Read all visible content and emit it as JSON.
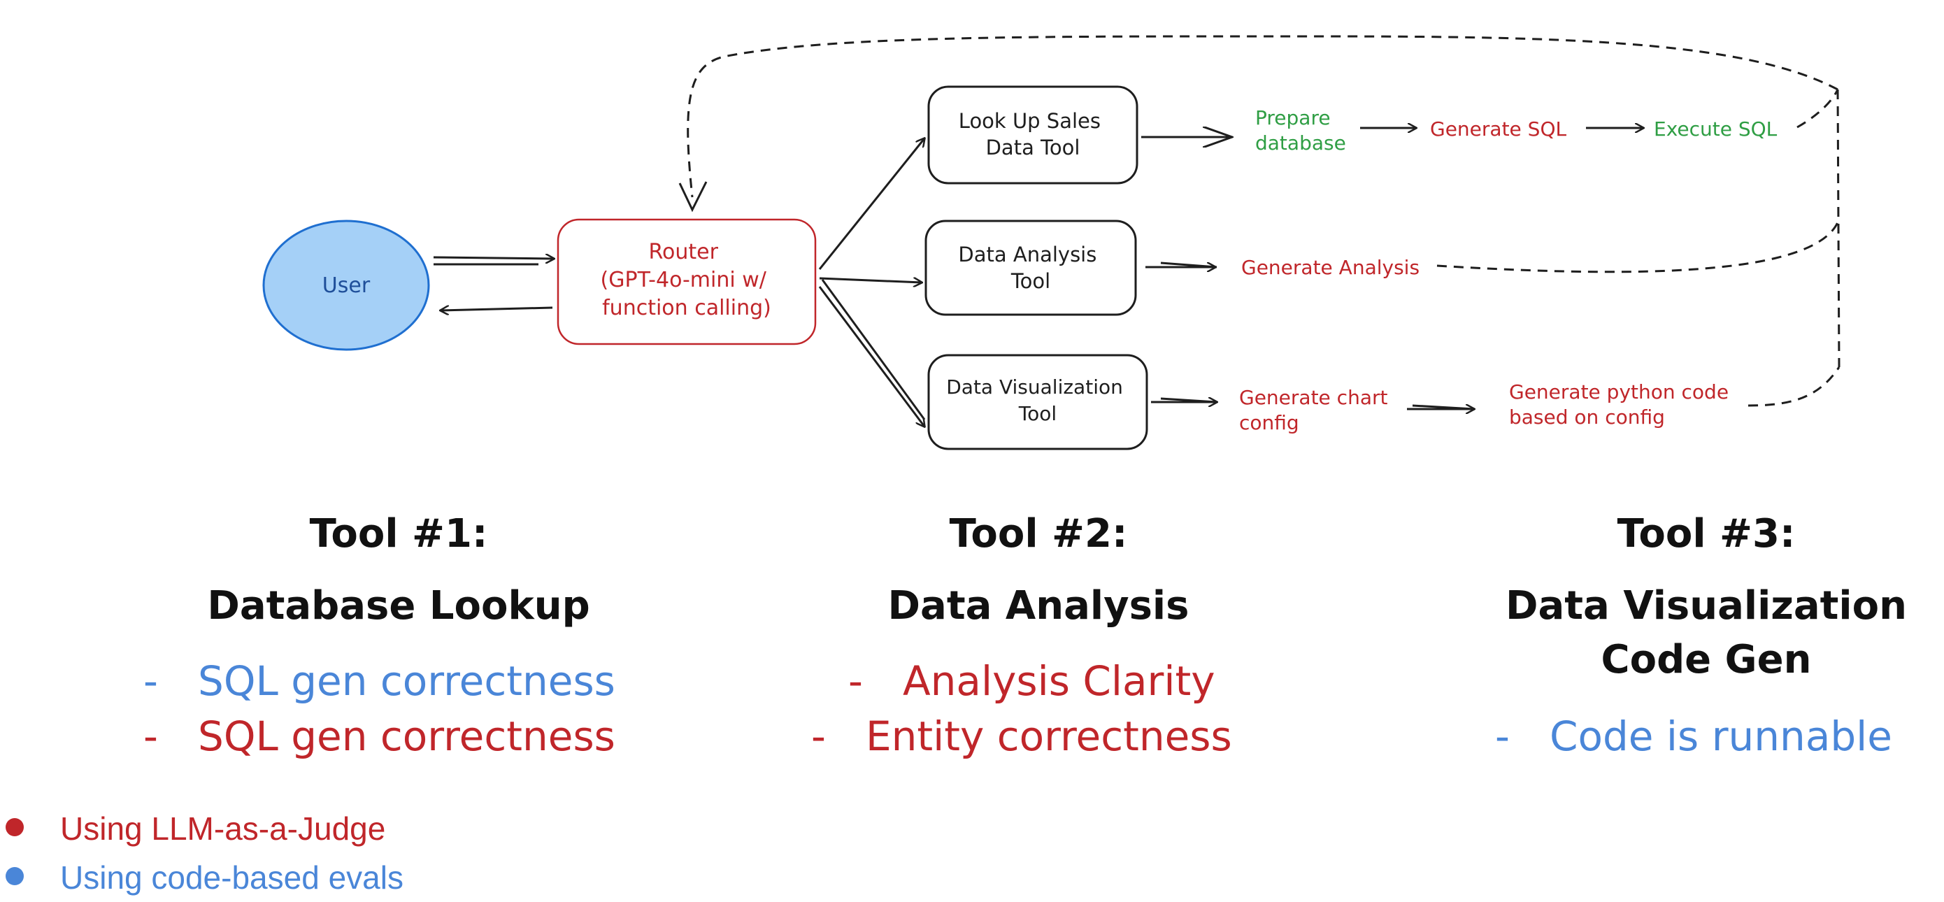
{
  "colors": {
    "red": "#c0262a",
    "green": "#2f9e44",
    "blue": "#4a86d8",
    "black": "#1e1e1e",
    "user_fill": "#a5d0f7",
    "user_stroke": "#1f6fd0"
  },
  "diagram": {
    "user": "User",
    "router": [
      "Router",
      "(GPT-4o-mini w/",
      "function calling)"
    ],
    "tool_lookup": [
      "Look Up Sales",
      "Data Tool"
    ],
    "tool_analysis": [
      "Data Analysis",
      "Tool"
    ],
    "tool_viz": [
      "Data Visualization",
      "Tool"
    ],
    "prepare_database": [
      "Prepare",
      "database"
    ],
    "generate_sql": "Generate SQL",
    "execute_sql": "Execute SQL",
    "generate_analysis": "Generate Analysis",
    "generate_chart_config": [
      "Generate chart",
      "config"
    ],
    "generate_python_code": [
      "Generate python code",
      "based on config"
    ]
  },
  "tools": [
    {
      "heading": "Tool #1:",
      "name": "Database Lookup",
      "metrics": [
        {
          "text": "SQL gen correctness",
          "type": "code"
        },
        {
          "text": "SQL gen correctness",
          "type": "llm"
        }
      ]
    },
    {
      "heading": "Tool #2:",
      "name": "Data Analysis",
      "metrics": [
        {
          "text": "Analysis Clarity",
          "type": "llm"
        },
        {
          "text": "Entity correctness",
          "type": "llm"
        }
      ]
    },
    {
      "heading": "Tool #3:",
      "name_lines": [
        "Data Visualization",
        "Code Gen"
      ],
      "metrics": [
        {
          "text": "Code is runnable",
          "type": "code"
        }
      ]
    }
  ],
  "dash": "-",
  "legend": [
    {
      "text": "Using LLM-as-a-Judge",
      "type": "llm"
    },
    {
      "text": "Using code-based evals",
      "type": "code"
    }
  ]
}
